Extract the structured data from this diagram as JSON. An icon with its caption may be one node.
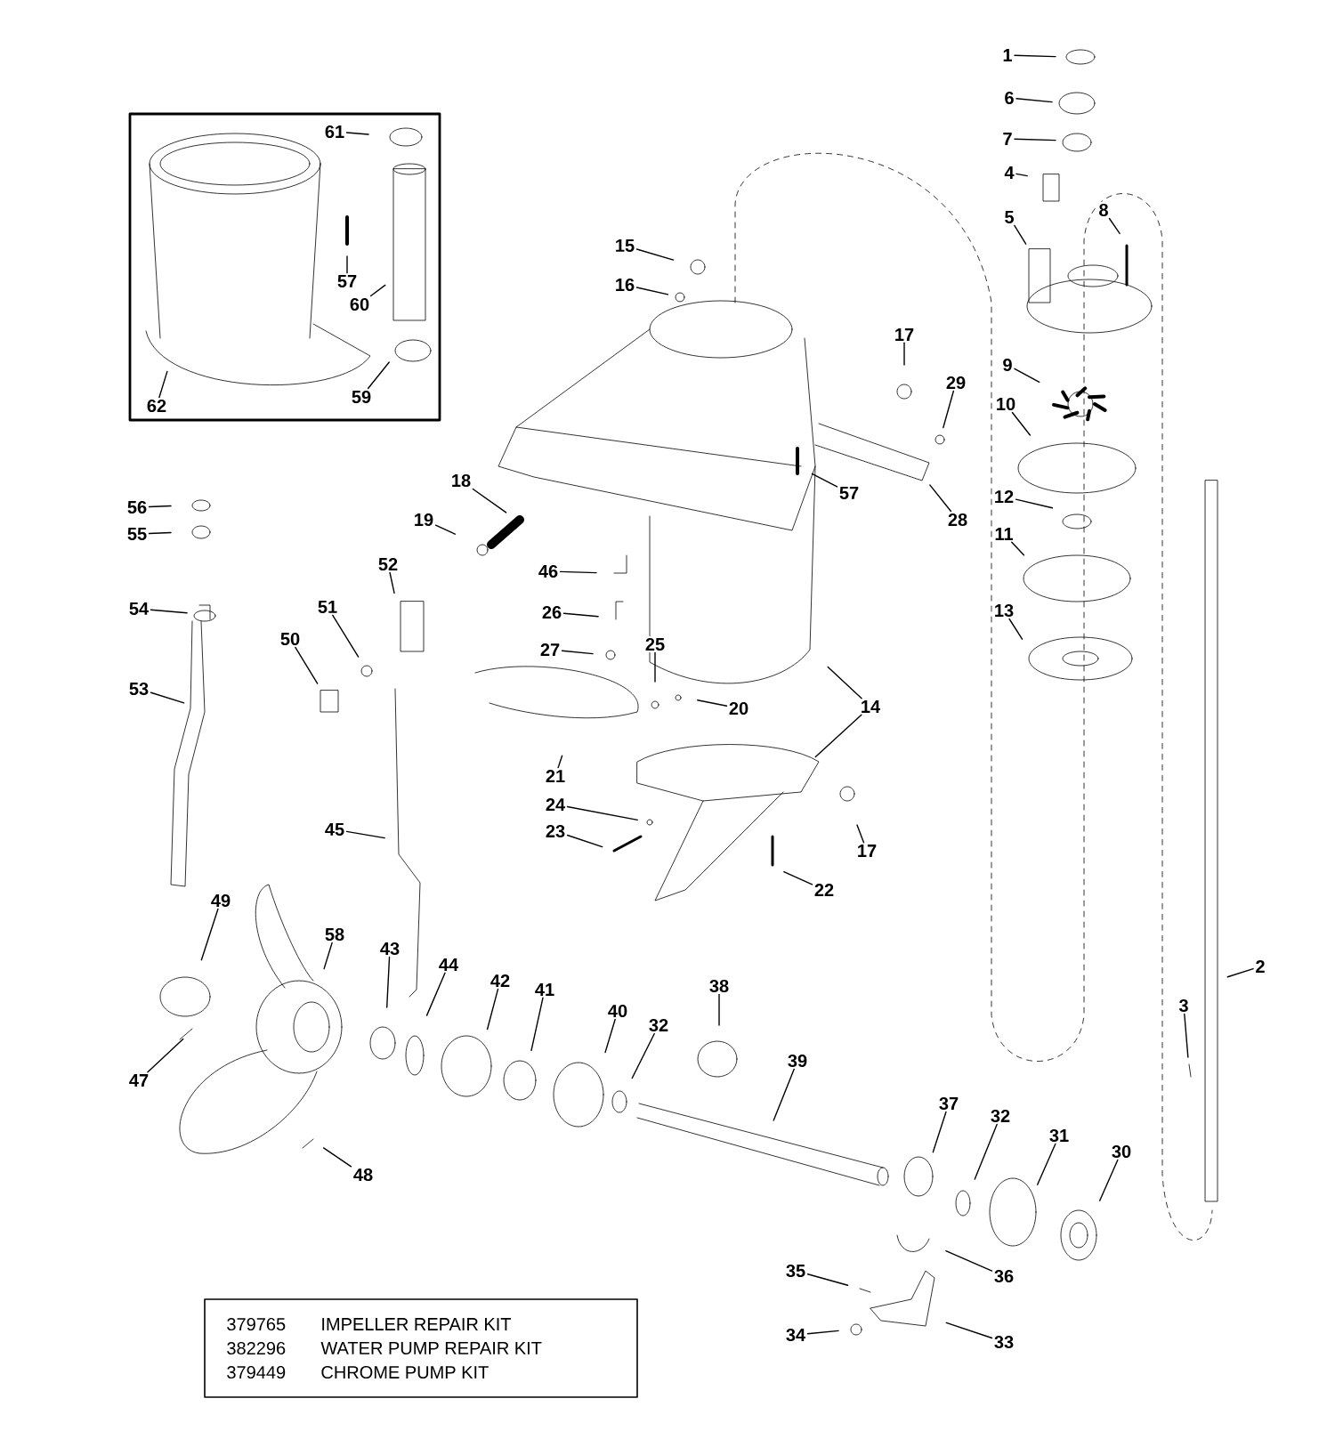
{
  "diagram": {
    "nodes": [
      {
        "text": [],
        "shape": "box"
      },
      {
        "text": [
          "61"
        ],
        "in": 0
      },
      {
        "text": [
          "57"
        ],
        "in": 0
      },
      {
        "text": [
          "60"
        ],
        "in": 0
      },
      {
        "text": [
          "59"
        ],
        "in": 0
      },
      {
        "text": [
          "62"
        ],
        "in": 0
      },
      {
        "text": [
          "1"
        ]
      },
      {
        "text": [
          "6"
        ]
      },
      {
        "text": [
          "7"
        ]
      },
      {
        "text": [
          "4"
        ]
      },
      {
        "text": [
          "5"
        ]
      },
      {
        "text": [
          "8"
        ]
      },
      {
        "text": [
          "15"
        ]
      },
      {
        "text": [
          "16"
        ]
      },
      {
        "text": [
          "17"
        ]
      },
      {
        "text": [
          "29"
        ]
      },
      {
        "text": [
          "9"
        ]
      },
      {
        "text": [
          "57"
        ]
      },
      {
        "text": [
          "10"
        ]
      },
      {
        "text": [
          "28"
        ]
      },
      {
        "text": [
          "12"
        ]
      },
      {
        "text": [
          "11"
        ]
      },
      {
        "text": [
          "56"
        ]
      },
      {
        "text": [
          "55"
        ]
      },
      {
        "text": [
          "13"
        ]
      },
      {
        "text": [
          "18"
        ]
      },
      {
        "text": [
          "19"
        ]
      },
      {
        "text": [
          "46"
        ]
      },
      {
        "text": [
          "52"
        ]
      },
      {
        "text": [
          "26"
        ]
      },
      {
        "text": [
          "54"
        ]
      },
      {
        "text": [
          "51"
        ]
      },
      {
        "text": [
          "50"
        ]
      },
      {
        "text": [
          "27"
        ]
      },
      {
        "text": [
          "25"
        ]
      },
      {
        "text": [
          "20"
        ]
      },
      {
        "text": [
          "14"
        ]
      },
      {
        "text": [
          "53"
        ]
      },
      {
        "text": [
          "21"
        ]
      },
      {
        "text": [
          "24"
        ]
      },
      {
        "text": [
          "45"
        ]
      },
      {
        "text": [
          "23"
        ]
      },
      {
        "text": [
          "17"
        ]
      },
      {
        "text": [
          "22"
        ]
      },
      {
        "text": [
          "49"
        ]
      },
      {
        "text": [
          "58"
        ]
      },
      {
        "text": [
          "43"
        ]
      },
      {
        "text": [
          "44"
        ]
      },
      {
        "text": [
          "42"
        ]
      },
      {
        "text": [
          "41"
        ]
      },
      {
        "text": [
          "40"
        ]
      },
      {
        "text": [
          "2"
        ]
      },
      {
        "text": [
          "38"
        ]
      },
      {
        "text": [
          "32"
        ]
      },
      {
        "text": [
          "3"
        ]
      },
      {
        "text": [
          "39"
        ]
      },
      {
        "text": [
          "37"
        ]
      },
      {
        "text": [
          "32"
        ]
      },
      {
        "text": [
          "31"
        ]
      },
      {
        "text": [
          "30"
        ]
      },
      {
        "text": [
          "47"
        ]
      },
      {
        "text": [
          "48"
        ]
      },
      {
        "text": [
          "35"
        ]
      },
      {
        "text": [
          "36"
        ]
      },
      {
        "text": [
          "34"
        ]
      },
      {
        "text": [
          "33"
        ]
      }
    ],
    "edges": [
      {
        "from": 1,
        "to": null,
        "arrow": "none"
      },
      {
        "from": 2,
        "to": null,
        "arrow": "none"
      },
      {
        "from": 3,
        "to": null,
        "arrow": "none"
      },
      {
        "from": 4,
        "to": null,
        "arrow": "none"
      },
      {
        "from": 5,
        "to": null,
        "arrow": "none"
      },
      {
        "from": 6,
        "to": null,
        "arrow": "none"
      },
      {
        "from": 7,
        "to": null,
        "arrow": "none"
      },
      {
        "from": 8,
        "to": null,
        "arrow": "none"
      },
      {
        "from": 9,
        "to": null,
        "arrow": "none"
      },
      {
        "from": 10,
        "to": null,
        "arrow": "none"
      },
      {
        "from": 11,
        "to": null,
        "arrow": "none"
      },
      {
        "from": 12,
        "to": null,
        "arrow": "none"
      },
      {
        "from": 13,
        "to": null,
        "arrow": "none"
      },
      {
        "from": 14,
        "to": null,
        "arrow": "none"
      },
      {
        "from": 15,
        "to": null,
        "arrow": "none"
      },
      {
        "from": 16,
        "to": null,
        "arrow": "none"
      },
      {
        "from": 17,
        "to": null,
        "arrow": "none"
      },
      {
        "from": 18,
        "to": null,
        "arrow": "none"
      },
      {
        "from": 19,
        "to": null,
        "arrow": "none"
      },
      {
        "from": 20,
        "to": null,
        "arrow": "none"
      },
      {
        "from": 21,
        "to": null,
        "arrow": "none"
      },
      {
        "from": 22,
        "to": null,
        "arrow": "none"
      },
      {
        "from": 23,
        "to": null,
        "arrow": "none"
      },
      {
        "from": 24,
        "to": null,
        "arrow": "none"
      },
      {
        "from": 25,
        "to": null,
        "arrow": "none"
      },
      {
        "from": 26,
        "to": null,
        "arrow": "none"
      },
      {
        "from": 27,
        "to": null,
        "arrow": "none"
      },
      {
        "from": 28,
        "to": null,
        "arrow": "none"
      },
      {
        "from": 29,
        "to": null,
        "arrow": "none"
      },
      {
        "from": 30,
        "to": null,
        "arrow": "none"
      },
      {
        "from": 31,
        "to": null,
        "arrow": "none"
      },
      {
        "from": 32,
        "to": null,
        "arrow": "none"
      },
      {
        "from": 33,
        "to": null,
        "arrow": "none"
      },
      {
        "from": 34,
        "to": null,
        "arrow": "none"
      },
      {
        "from": 35,
        "to": null,
        "arrow": "none"
      },
      {
        "from": 36,
        "to": null,
        "arrow": "none"
      },
      {
        "from": 36,
        "to": null,
        "arrow": "none"
      },
      {
        "from": 37,
        "to": null,
        "arrow": "none"
      },
      {
        "from": 38,
        "to": null,
        "arrow": "none"
      },
      {
        "from": 39,
        "to": null,
        "arrow": "none"
      },
      {
        "from": 40,
        "to": null,
        "arrow": "none"
      },
      {
        "from": 41,
        "to": null,
        "arrow": "none"
      },
      {
        "from": 42,
        "to": null,
        "arrow": "none"
      },
      {
        "from": 43,
        "to": null,
        "arrow": "none"
      },
      {
        "from": 44,
        "to": null,
        "arrow": "none"
      },
      {
        "from": 45,
        "to": null,
        "arrow": "none"
      },
      {
        "from": 46,
        "to": null,
        "arrow": "none"
      },
      {
        "from": 47,
        "to": null,
        "arrow": "none"
      },
      {
        "from": 48,
        "to": null,
        "arrow": "none"
      },
      {
        "from": 49,
        "to": null,
        "arrow": "none"
      },
      {
        "from": 50,
        "to": null,
        "arrow": "none"
      },
      {
        "from": 51,
        "to": null,
        "arrow": "none"
      },
      {
        "from": 52,
        "to": null,
        "arrow": "none"
      },
      {
        "from": 53,
        "to": null,
        "arrow": "none"
      },
      {
        "from": 54,
        "to": null,
        "arrow": "none"
      },
      {
        "from": 55,
        "to": null,
        "arrow": "none"
      },
      {
        "from": 56,
        "to": null,
        "arrow": "none"
      },
      {
        "from": 57,
        "to": null,
        "arrow": "none"
      },
      {
        "from": 58,
        "to": null,
        "arrow": "none"
      },
      {
        "from": 59,
        "to": null,
        "arrow": "none"
      },
      {
        "from": 60,
        "to": null,
        "arrow": "none"
      },
      {
        "from": 61,
        "to": null,
        "arrow": "none"
      },
      {
        "from": 62,
        "to": null,
        "arrow": "none"
      },
      {
        "from": 63,
        "to": null,
        "arrow": "none"
      },
      {
        "from": 64,
        "to": null,
        "arrow": "none"
      },
      {
        "from": 65,
        "to": null,
        "arrow": "none"
      }
    ],
    "labels": [
      "379765",
      "IMPELLER REPAIR KIT",
      "382296",
      "WATER PUMP REPAIR KIT",
      "379449",
      "CHROME PUMP KIT"
    ]
  }
}
